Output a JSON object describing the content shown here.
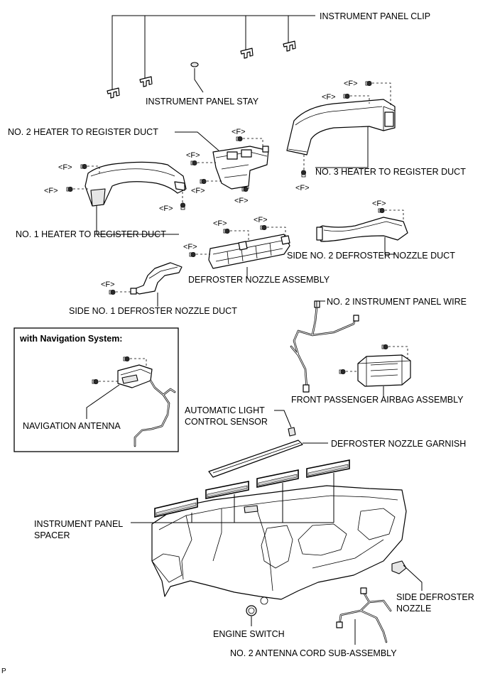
{
  "labels": {
    "instrument_panel_clip": "INSTRUMENT PANEL CLIP",
    "instrument_panel_stay": "INSTRUMENT PANEL STAY",
    "no2_heater_duct": "NO. 2 HEATER TO REGISTER DUCT",
    "no3_heater_duct": "NO. 3 HEATER TO REGISTER DUCT",
    "no1_heater_duct": "NO. 1 HEATER TO REGISTER DUCT",
    "side_no2_defroster": "SIDE NO. 2 DEFROSTER NOZZLE DUCT",
    "defroster_nozzle_assembly": "DEFROSTER NOZZLE ASSEMBLY",
    "side_no1_defroster": "SIDE NO. 1 DEFROSTER NOZZLE DUCT",
    "no2_instrument_panel_wire": "NO. 2 INSTRUMENT PANEL WIRE",
    "with_navigation": "with Navigation System:",
    "front_passenger_airbag": "FRONT PASSENGER AIRBAG ASSEMBLY",
    "navigation_antenna": "NAVIGATION ANTENNA",
    "auto_light_sensor_line1": "AUTOMATIC LIGHT",
    "auto_light_sensor_line2": "CONTROL SENSOR",
    "defroster_nozzle_garnish": "DEFROSTER NOZZLE GARNISH",
    "instrument_panel_spacer_line1": "INSTRUMENT PANEL",
    "instrument_panel_spacer_line2": "SPACER",
    "side_defroster_nozzle_line1": "SIDE DEFROSTER",
    "side_defroster_nozzle_line2": "NOZZLE",
    "engine_switch": "ENGINE SWITCH",
    "no2_antenna_cord": "NO. 2 ANTENNA CORD SUB-ASSEMBLY"
  },
  "fastener_marker": "<F>",
  "corner_code": "P"
}
